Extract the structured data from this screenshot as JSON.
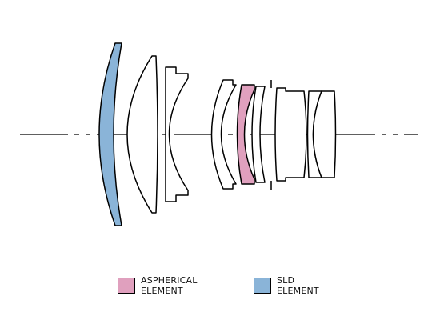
{
  "legend": {
    "aspherical": {
      "line1": "ASPHERICAL",
      "line2": "ELEMENT",
      "color": "#e0a0be"
    },
    "sld": {
      "line1": "SLD",
      "line2": "ELEMENT",
      "color": "#8ab4d8"
    }
  },
  "colors": {
    "stroke": "#000000",
    "plain_element": "#ffffff"
  }
}
